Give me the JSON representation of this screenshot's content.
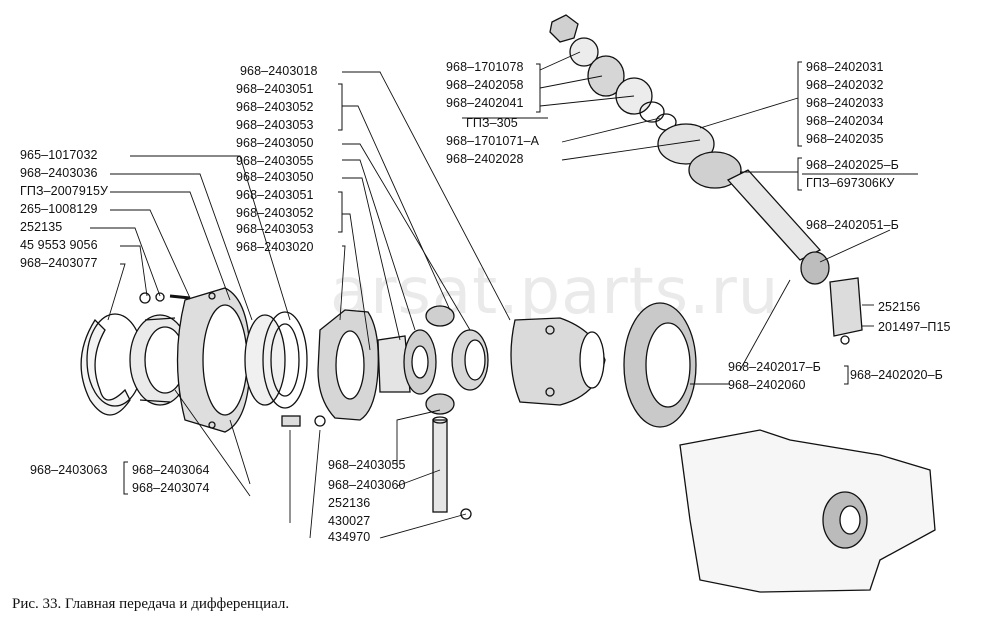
{
  "watermark": "arsat.parts.ru",
  "caption": "Рис. 33. Главная передача и дифференциал.",
  "labels": {
    "l1": "965–1017032",
    "l2": "968–2403036",
    "l3": "ГПЗ–2007915У",
    "l4": "265–1008129",
    "l5": "252135",
    "l6": "45 9553 9056",
    "l7": "968–2403077",
    "c1": "968–2403018",
    "c2": "968–2403051",
    "c3": "968–2403052",
    "c4": "968–2403053",
    "c5": "968–2403050",
    "c6": "968–2403055",
    "c7": "968–2403050",
    "c8": "968–2403051",
    "c9": "968–2403052",
    "c10": "968–2403053",
    "c11": "968–2403020",
    "t1": "968–1701078",
    "t2": "968–2402058",
    "t3": "968–2402041",
    "t4": "ГПЗ–305",
    "t5": "968–1701071–А",
    "t6": "968–2402028",
    "r1": "968–2402031",
    "r2": "968–2402032",
    "r3": "968–2402033",
    "r4": "968–2402034",
    "r5": "968–2402035",
    "r6": "968–2402025–Б",
    "r7": "ГПЗ–697306КУ",
    "r8": "968–2402051–Б",
    "r9": "252156",
    "r10": "201497–П15",
    "r11": "968–2402017–Б",
    "r12": "968–2402020–Б",
    "r13": "968–2402060",
    "b1": "968–2403055",
    "b2": "968–2403060",
    "b3": "252136",
    "b4": "430027",
    "b5": "434970",
    "b6": "968–2403063",
    "b7": "968–2403064",
    "b8": "968–2403074"
  }
}
